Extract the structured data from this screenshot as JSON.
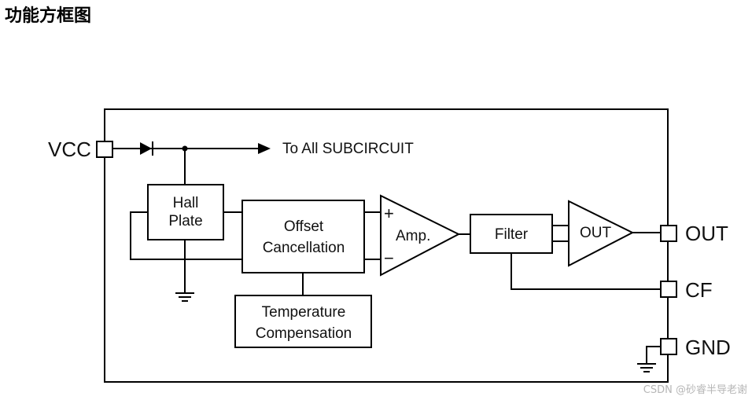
{
  "heading": "功能方框图",
  "watermark": "CSDN @砂睿半导老谢",
  "diagram": {
    "pins": {
      "vcc": "VCC",
      "out": "OUT",
      "cf": "CF",
      "gnd": "GND"
    },
    "arrow_text": "To All SUBCIRCUIT",
    "blocks": {
      "hall_line1": "Hall",
      "hall_line2": "Plate",
      "offset_line1": "Offset",
      "offset_line2": "Cancellation",
      "temp_line1": "Temperature",
      "temp_line2": "Compensation",
      "amp": "Amp.",
      "amp_plus": "+",
      "amp_minus": "−",
      "filter": "Filter",
      "out_buffer": "OUT"
    }
  }
}
